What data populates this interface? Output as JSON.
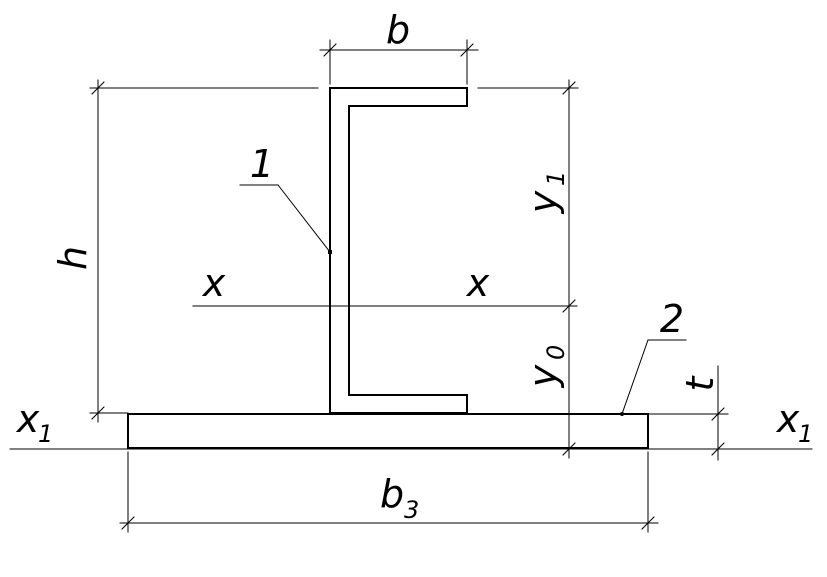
{
  "labels": {
    "b": "b",
    "h": "h",
    "y1": "y",
    "y1_sub": "1",
    "y0": "y",
    "y0_sub": "0",
    "x_left": "x",
    "x_right": "x",
    "x1_left": "x",
    "x1_left_sub": "1",
    "x1_right": "x",
    "x1_right_sub": "1",
    "t": "t",
    "b3": "b",
    "b3_sub": "3",
    "callout_1": "1",
    "callout_2": "2"
  }
}
